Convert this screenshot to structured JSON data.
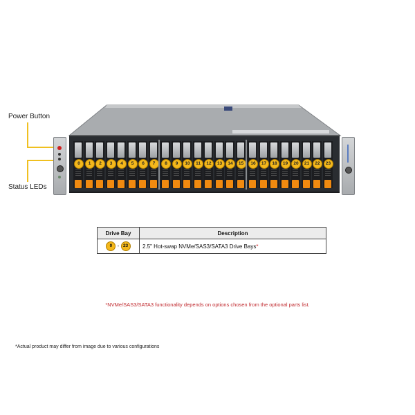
{
  "callouts": {
    "power_button": "Power Button",
    "status_leds": "Status LEDs"
  },
  "bays": [
    "0",
    "1",
    "2",
    "3",
    "4",
    "5",
    "6",
    "7",
    "8",
    "9",
    "10",
    "11",
    "12",
    "13",
    "14",
    "15",
    "16",
    "17",
    "18",
    "19",
    "20",
    "21",
    "22",
    "23"
  ],
  "table": {
    "headers": [
      "Drive Bay",
      "Description"
    ],
    "row": {
      "range_start": "0",
      "range_sep": "-",
      "range_end": "23",
      "description": "2.5\" Hot-swap NVMe/SAS3/SATA3 Drive  Bays",
      "footnote_mark": "*"
    }
  },
  "notes": {
    "functionality": "*NVMe/SAS3/SATA3 functionality depends on options chosen from the optional parts list.",
    "disclaimer": "*Actual product may differ from image due to various configurations"
  },
  "colors": {
    "callout_line": "#f0c020",
    "bay_number": "#f4b81c",
    "bay_tab": "#f08a10",
    "footnote_red": "#c0282d"
  }
}
